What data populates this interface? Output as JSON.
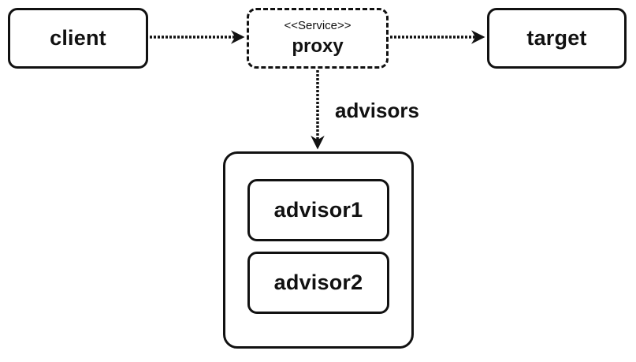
{
  "nodes": {
    "client": "client",
    "proxy": {
      "stereotype": "<<Service>>",
      "name": "proxy"
    },
    "target": "target",
    "advisor1": "advisor1",
    "advisor2": "advisor2"
  },
  "edge_labels": {
    "advisors": "advisors"
  },
  "colors": {
    "stroke": "#111111",
    "background": "#ffffff"
  }
}
